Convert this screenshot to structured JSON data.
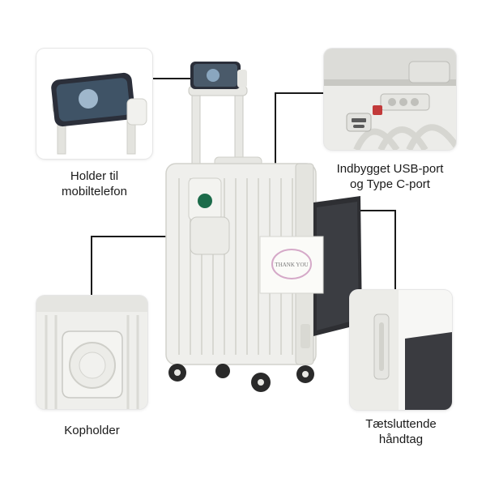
{
  "callouts": {
    "phone_holder": {
      "line1": "Holder til",
      "line2": "mobiltelefon"
    },
    "usb_port": {
      "line1": "Indbygget USB-port",
      "line2": "og Type C-port"
    },
    "cup_holder": {
      "line1": "Kopholder"
    },
    "handle": {
      "line1": "Tætsluttende",
      "line2": "håndtag"
    }
  },
  "bag_tag": {
    "text": "THANK YOU"
  },
  "icons": {
    "phone": "phone-holder-icon",
    "cup": "cup-holder-icon",
    "lock": "combination-lock-icon",
    "port": "usb-port-icon",
    "handle": "side-handle-icon"
  },
  "colors": {
    "suitcase": "#efefec",
    "shadow": "#cfcfca",
    "line": "#1a1a1a",
    "accent_lock": "#c23a3a"
  }
}
